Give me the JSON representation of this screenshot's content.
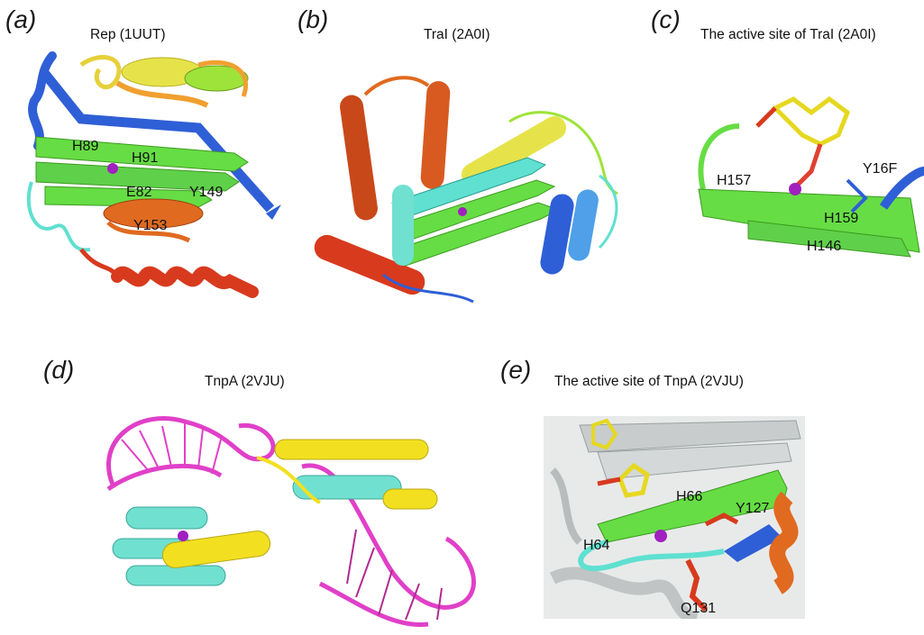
{
  "panels": [
    {
      "letter": "(a)",
      "title": "Rep (1UUT)",
      "labels": [
        "H89",
        "H91",
        "E82",
        "Y149",
        "Y153"
      ]
    },
    {
      "letter": "(b)",
      "title": "TraI (2A0I)",
      "labels": []
    },
    {
      "letter": "(c)",
      "title": "The active site of TraI (2A0I)",
      "labels": [
        "H157",
        "Y16F",
        "H159",
        "H146"
      ]
    },
    {
      "letter": "(d)",
      "title": "TnpA (2VJU)",
      "labels": []
    },
    {
      "letter": "(e)",
      "title": "The active site of TnpA (2VJU)",
      "labels": [
        "H66",
        "Y127",
        "H64",
        "Q131"
      ]
    }
  ],
  "colors": {
    "rainbow": [
      "#2f5fd6",
      "#4fa0e8",
      "#5fe0d0",
      "#66dd44",
      "#9ee33a",
      "#e6e34a",
      "#f0a030",
      "#e06a20",
      "#d83a1e"
    ],
    "metal_ion": "#a020c0",
    "dna": "#e040c8",
    "cyan_chain": "#70e0d0",
    "yellow_chain": "#f2e020",
    "grey_chain": "#c8cccc"
  }
}
